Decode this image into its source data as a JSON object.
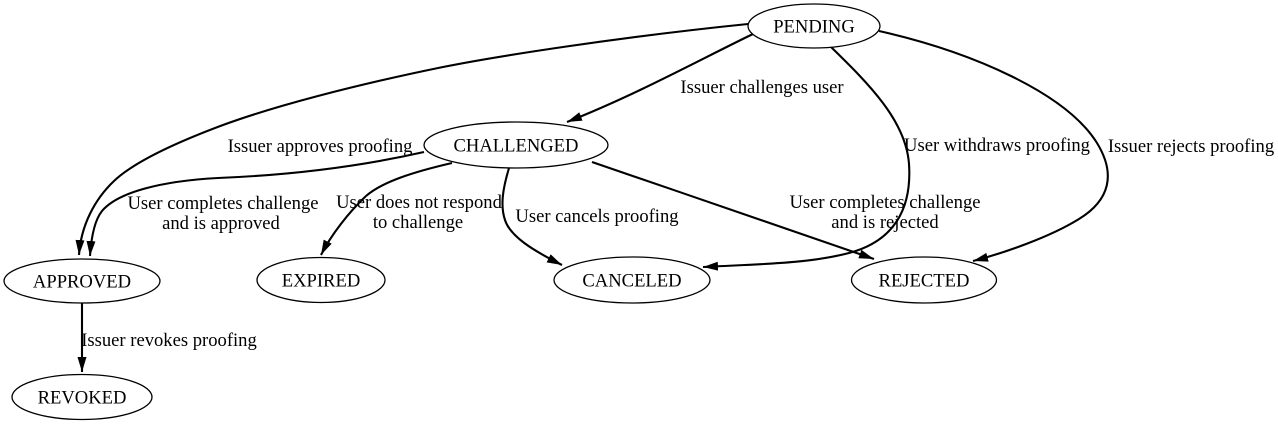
{
  "diagram": {
    "colors": {
      "background": "#ffffff",
      "node_fill": "#ffffff",
      "stroke": "#000000",
      "text": "#000000"
    },
    "nodes": {
      "pending": {
        "label": "PENDING"
      },
      "challenged": {
        "label": "CHALLENGED"
      },
      "approved": {
        "label": "APPROVED"
      },
      "expired": {
        "label": "EXPIRED"
      },
      "canceled": {
        "label": "CANCELED"
      },
      "rejected": {
        "label": "REJECTED"
      },
      "revoked": {
        "label": "REVOKED"
      }
    },
    "edges": {
      "pending_challenged": {
        "from": "PENDING",
        "to": "CHALLENGED",
        "label": "Issuer challenges user"
      },
      "pending_approved": {
        "from": "PENDING",
        "to": "APPROVED",
        "label": "Issuer approves proofing"
      },
      "pending_canceled": {
        "from": "PENDING",
        "to": "CANCELED",
        "label": "User withdraws proofing"
      },
      "pending_rejected": {
        "from": "PENDING",
        "to": "REJECTED",
        "label": "Issuer rejects proofing"
      },
      "challenged_approved": {
        "from": "CHALLENGED",
        "to": "APPROVED",
        "line1": "User completes challenge",
        "line2": "and is approved"
      },
      "challenged_expired": {
        "from": "CHALLENGED",
        "to": "EXPIRED",
        "line1": "User does not respond",
        "line2": "to challenge"
      },
      "challenged_canceled": {
        "from": "CHALLENGED",
        "to": "CANCELED",
        "label": "User cancels proofing"
      },
      "challenged_rejected": {
        "from": "CHALLENGED",
        "to": "REJECTED",
        "line1": "User completes challenge",
        "line2": "and is rejected"
      },
      "approved_revoked": {
        "from": "APPROVED",
        "to": "REVOKED",
        "label": "Issuer revokes proofing"
      }
    }
  }
}
